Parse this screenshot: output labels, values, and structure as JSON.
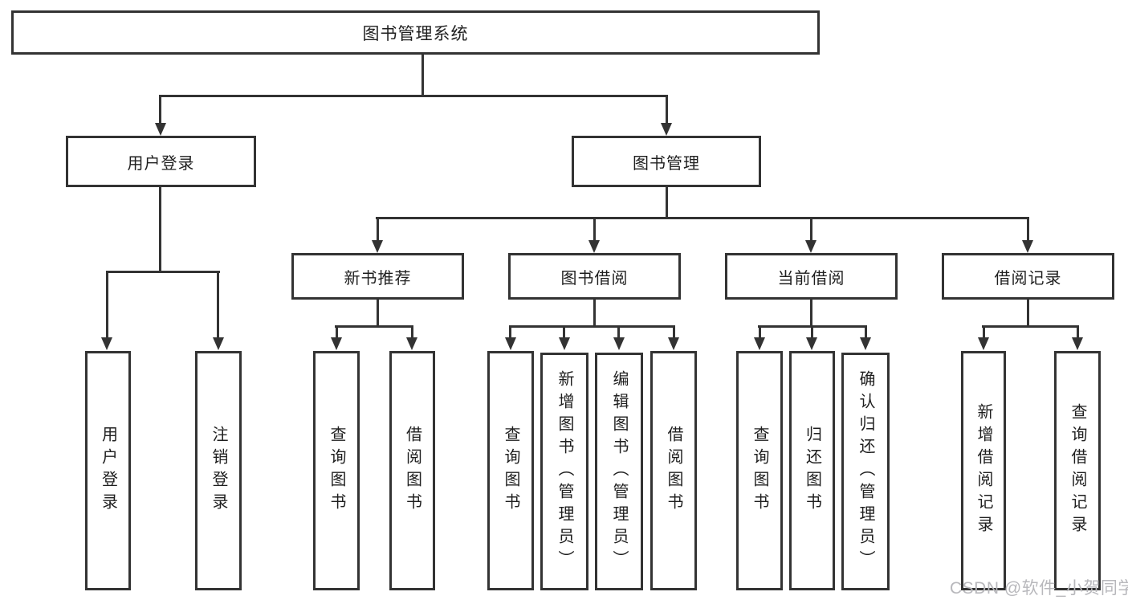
{
  "diagram": {
    "root": "图书管理系统",
    "user_login": "用户登录",
    "book_mgmt": "图书管理",
    "level3": [
      "新书推荐",
      "图书借阅",
      "当前借阅",
      "借阅记录"
    ],
    "login_children": [
      "用户登录",
      "注销登录"
    ],
    "newbook_children": [
      "查询图书",
      "借阅图书"
    ],
    "borrow_children": [
      "查询图书",
      "新增图书（管理员）",
      "编辑图书（管理员）",
      "借阅图书"
    ],
    "current_children": [
      "查询图书",
      "归还图书",
      "确认归还（管理员）"
    ],
    "records_children": [
      "新增借阅记录",
      "查询借阅记录"
    ]
  },
  "watermark": "CSDN @软件_小贺同学",
  "colors": {
    "line": "#333333",
    "text": "#1f1f1f",
    "background": "#ffffff",
    "watermark": "#b8b8bc"
  }
}
